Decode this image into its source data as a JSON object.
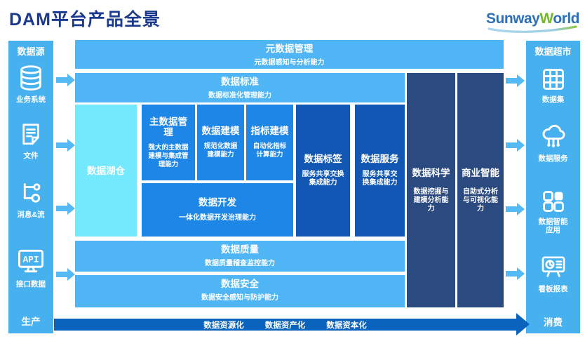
{
  "title": "DAM平台产品全景",
  "logo": {
    "sunway": "Sunway",
    "w": "W",
    "orld": "orld"
  },
  "left_sidebar": {
    "header": "数据源",
    "items": [
      {
        "label": "业务系统",
        "icon": "database-icon"
      },
      {
        "label": "文件",
        "icon": "file-icon"
      },
      {
        "label": "消息&流",
        "icon": "stream-icon"
      },
      {
        "label": "接口数据",
        "icon": "api-icon"
      }
    ],
    "footer": "生产"
  },
  "right_sidebar": {
    "header": "数据超市",
    "items": [
      {
        "label": "数据集",
        "icon": "dataset-grid-icon"
      },
      {
        "label": "数据服务",
        "icon": "cloud-service-icon"
      },
      {
        "label": "数据智能应用",
        "icon": "apps-icon"
      },
      {
        "label": "看板报表",
        "icon": "dashboard-icon"
      }
    ],
    "footer": "消费"
  },
  "blocks": {
    "metadata": {
      "title": "元数据管理",
      "subtitle": "元数据感知与分析能力"
    },
    "standard": {
      "title": "数据标准",
      "subtitle": "数据标准化管理能力"
    },
    "lakehouse": {
      "title": "数据湖仓"
    },
    "mdm": {
      "title": "主数据管理",
      "subtitle": "强大的主数据建模与集成管理能力"
    },
    "modeling": {
      "title": "数据建模",
      "subtitle": "规范化数据建模能力"
    },
    "indicator": {
      "title": "指标建模",
      "subtitle": "自动化指标计算能力"
    },
    "development": {
      "title": "数据开发",
      "subtitle": "一体化数据开发治理能力"
    },
    "tag": {
      "title": "数据标签",
      "subtitle": "服务共享交换集成能力"
    },
    "service": {
      "title": "数据服务",
      "subtitle": "服务共享交换集成能力"
    },
    "science": {
      "title": "数据科学",
      "subtitle": "数据挖掘与建模分析能力"
    },
    "bi": {
      "title": "商业智能",
      "subtitle": "自助式分析与可视化能力"
    },
    "quality": {
      "title": "数据质量",
      "subtitle": "数据质量稽查监控能力"
    },
    "security": {
      "title": "数据安全",
      "subtitle": "数据安全感知与防护能力"
    }
  },
  "bottom_arrow": {
    "labels": [
      "数据资源化",
      "数据资产化",
      "数据资本化"
    ]
  },
  "colors": {
    "title_navy": "#1B3A8F",
    "sidebar_blue": "#47B0EF",
    "row_blue": "#4FB5F4",
    "lakehouse_cyan": "#74E9FD",
    "mid_blue": "#1E86E6",
    "deep_blue": "#1157B3",
    "navy": "#2B4A80",
    "flow_arrow_blue": "#0A64BE",
    "small_arrow_blue": "#55B9F3",
    "logo_blue": "#2E6FB6",
    "logo_green": "#76B82A"
  }
}
